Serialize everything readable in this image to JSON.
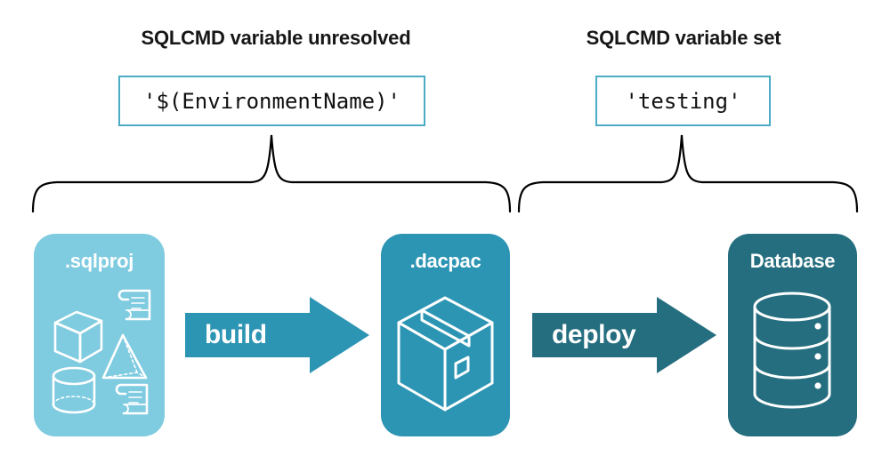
{
  "diagram": {
    "title_left": "SQLCMD variable unresolved",
    "title_right": "SQLCMD variable set",
    "code_left": "'$(EnvironmentName)'",
    "code_right": "'testing'",
    "stages": [
      {
        "id": "sqlproj",
        "label": ".sqlproj",
        "color": "#7FCBE0"
      },
      {
        "id": "dacpac",
        "label": ".dacpac",
        "color": "#2D95B4"
      },
      {
        "id": "database",
        "label": "Database",
        "color": "#256E7F"
      }
    ],
    "arrows": [
      {
        "id": "build",
        "label": "build",
        "color": "#2D95B4"
      },
      {
        "id": "deploy",
        "label": "deploy",
        "color": "#256E7F"
      }
    ],
    "icons": {
      "sqlproj": [
        "cube-icon",
        "script-scroll-icon",
        "pyramid-icon",
        "cylinder-icon",
        "script-scroll-icon"
      ],
      "dacpac": [
        "package-box-icon",
        "database-cylinder-icon"
      ],
      "database": [
        "database-cylinder-icon"
      ]
    },
    "colors": {
      "accent_border": "#4BACC6",
      "light_blue": "#7FCBE0",
      "mid_teal": "#2D95B4",
      "dark_teal": "#256E7F",
      "text": "#161616",
      "brace": "#000000",
      "white": "#FFFFFF"
    },
    "braces": {
      "left_span_label": "groups .sqlproj and .dacpac",
      "right_span_label": "groups .dacpac and Database"
    }
  }
}
